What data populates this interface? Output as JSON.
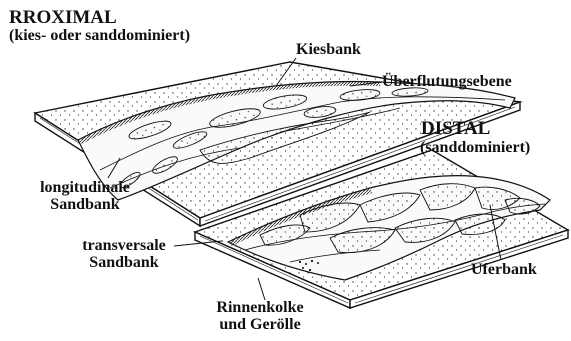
{
  "proximal": {
    "title": "RROXIMAL",
    "subtitle": "(kies- oder sanddominiert)"
  },
  "distal": {
    "title": "DISTAL",
    "subtitle": "(sanddominiert)"
  },
  "labels": {
    "kiesbank": "Kiesbank",
    "ueberflutungsebene": "Überflutungsebene",
    "longitudinale_1": "longitudinale",
    "longitudinale_2": "Sandbank",
    "transversale_1": "transversale",
    "transversale_2": "Sandbank",
    "uferbank": "Uferbank",
    "rinnenkolke_1": "Rinnenkolke",
    "rinnenkolke_2": "und Gerölle"
  }
}
